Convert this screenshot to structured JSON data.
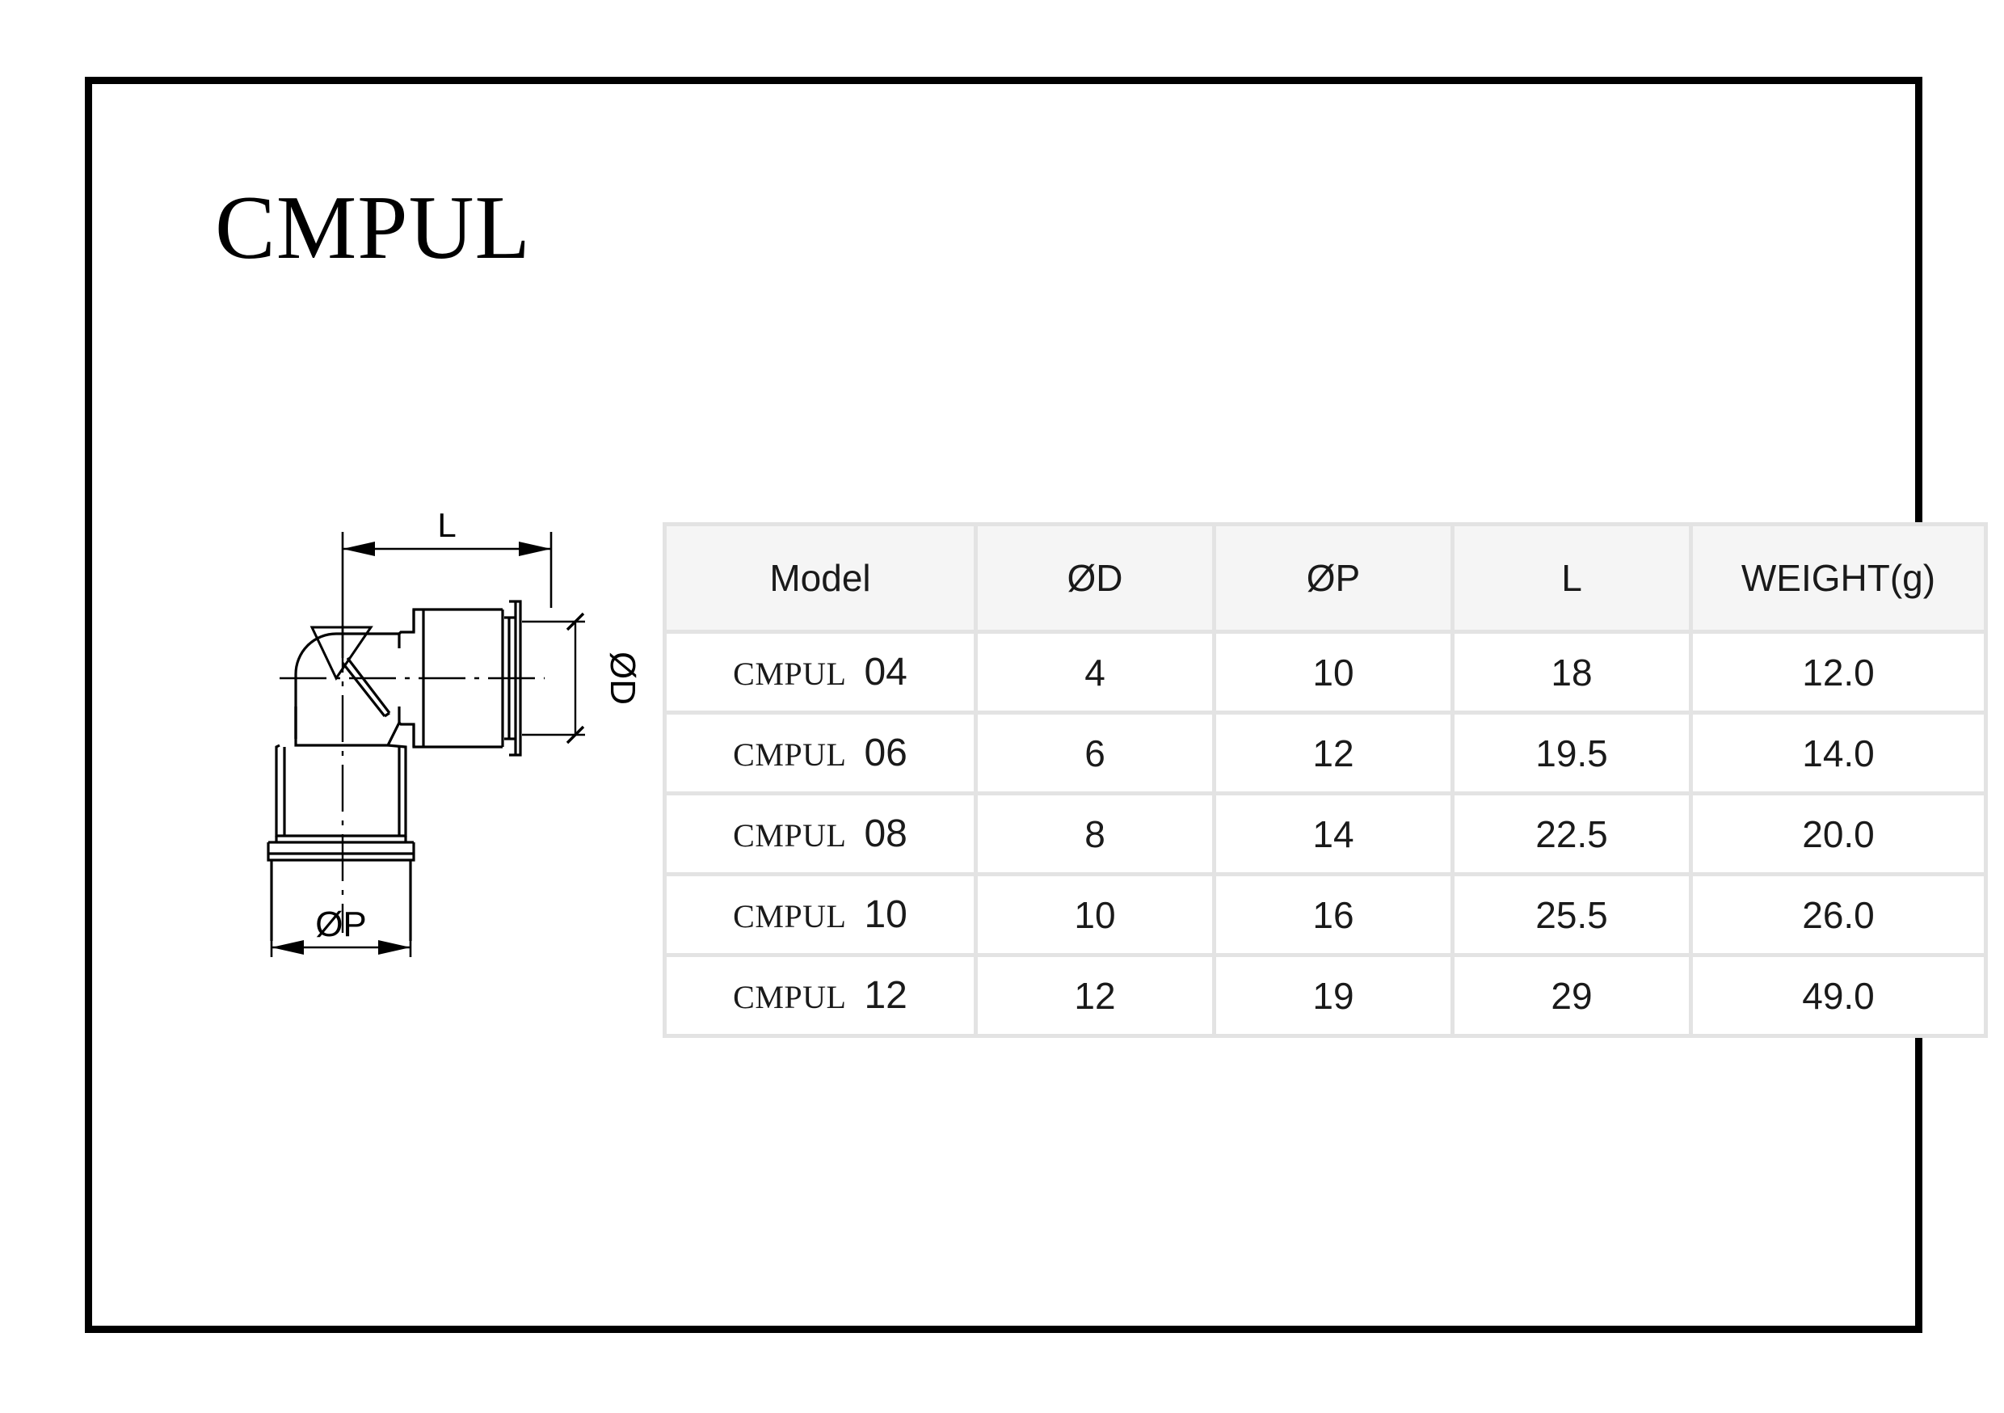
{
  "page": {
    "title": "CMPUL",
    "border_color": "#000000",
    "background": "#ffffff"
  },
  "drawing": {
    "name": "elbow-union-push-in-fitting",
    "dimension_labels": {
      "length": "L",
      "tube_diameter": "ØD",
      "port_diameter": "ØP"
    },
    "line_color": "#000000"
  },
  "table": {
    "grid_color": "#e3e3e3",
    "header_background": "#f5f5f5",
    "cell_background": "#ffffff",
    "columns": [
      "Model",
      "ØD",
      "ØP",
      "L",
      "WEIGHT(g)"
    ],
    "rows": [
      {
        "model_prefix": "CMPUL",
        "model_size": "04",
        "d": "4",
        "p": "10",
        "l": "18",
        "weight": "12.0"
      },
      {
        "model_prefix": "CMPUL",
        "model_size": "06",
        "d": "6",
        "p": "12",
        "l": "19.5",
        "weight": "14.0"
      },
      {
        "model_prefix": "CMPUL",
        "model_size": "08",
        "d": "8",
        "p": "14",
        "l": "22.5",
        "weight": "20.0"
      },
      {
        "model_prefix": "CMPUL",
        "model_size": "10",
        "d": "10",
        "p": "16",
        "l": "25.5",
        "weight": "26.0"
      },
      {
        "model_prefix": "CMPUL",
        "model_size": "12",
        "d": "12",
        "p": "19",
        "l": "29",
        "weight": "49.0"
      }
    ]
  },
  "chart_data": {
    "type": "table",
    "title": "CMPUL",
    "columns": [
      "Model",
      "ØD",
      "ØP",
      "L",
      "WEIGHT(g)"
    ],
    "values": [
      [
        "CMPUL 04",
        4,
        10,
        18,
        12.0
      ],
      [
        "CMPUL 06",
        6,
        12,
        19.5,
        14.0
      ],
      [
        "CMPUL 08",
        8,
        14,
        22.5,
        20.0
      ],
      [
        "CMPUL 10",
        10,
        16,
        25.5,
        26.0
      ],
      [
        "CMPUL 12",
        12,
        19,
        29,
        49.0
      ]
    ]
  }
}
